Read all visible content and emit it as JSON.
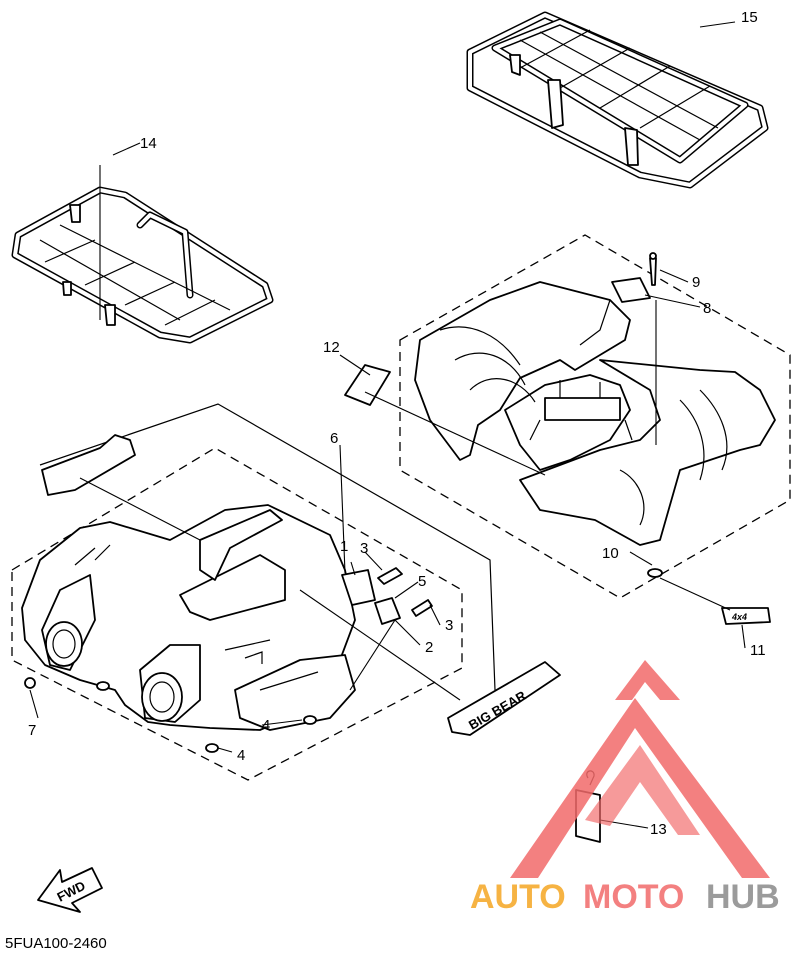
{
  "diagram": {
    "code": "5FUA100-2460",
    "callouts": [
      "1",
      "2",
      "3",
      "3",
      "4",
      "4",
      "5",
      "6",
      "7",
      "8",
      "9",
      "10",
      "11",
      "12",
      "13",
      "14",
      "15"
    ],
    "fwd_label": "FWD",
    "decal_text": "BIG BEAR",
    "decal_text_11": "4x4"
  },
  "watermark": {
    "brand_auto": "AUTO",
    "brand_moto": "MOTO",
    "brand_hub": "HUB",
    "color_primary": "#f26a6a",
    "color_accent": "#f5a623",
    "color_grey": "#8a8a8a"
  }
}
